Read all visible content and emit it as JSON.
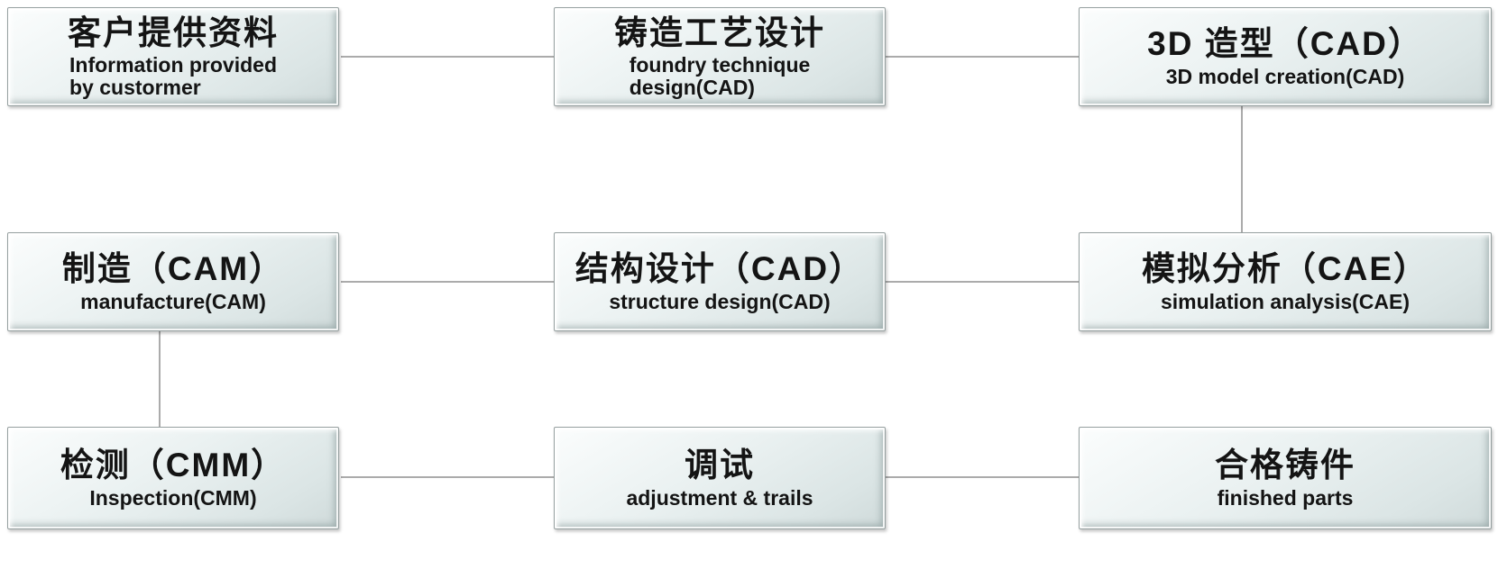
{
  "diagram": {
    "type": "flowchart",
    "connector_color": "#ababab",
    "nodes": [
      {
        "id": "customer-info",
        "title": "客户提供资料",
        "subtitle": "Information provided\nby custormer"
      },
      {
        "id": "foundry-design",
        "title": "铸造工艺设计",
        "subtitle": "foundry technique\ndesign(CAD)"
      },
      {
        "id": "model-3d",
        "title": "3D 造型（CAD）",
        "subtitle": "3D model creation(CAD)"
      },
      {
        "id": "manufacture",
        "title": "制造（CAM）",
        "subtitle": "manufacture(CAM)"
      },
      {
        "id": "structure-design",
        "title": "结构设计（CAD）",
        "subtitle": "structure design(CAD)"
      },
      {
        "id": "simulation",
        "title": "模拟分析（CAE）",
        "subtitle": "simulation analysis(CAE)"
      },
      {
        "id": "inspection",
        "title": "检测（CMM）",
        "subtitle": "Inspection(CMM)"
      },
      {
        "id": "adjustment",
        "title": "调试",
        "subtitle": "adjustment & trails"
      },
      {
        "id": "finished-parts",
        "title": "合格铸件",
        "subtitle": "finished parts"
      }
    ],
    "links": [
      [
        "customer-info",
        "foundry-design"
      ],
      [
        "foundry-design",
        "model-3d"
      ],
      [
        "model-3d",
        "simulation"
      ],
      [
        "simulation",
        "structure-design"
      ],
      [
        "structure-design",
        "manufacture"
      ],
      [
        "manufacture",
        "inspection"
      ],
      [
        "inspection",
        "adjustment"
      ],
      [
        "adjustment",
        "finished-parts"
      ]
    ]
  }
}
